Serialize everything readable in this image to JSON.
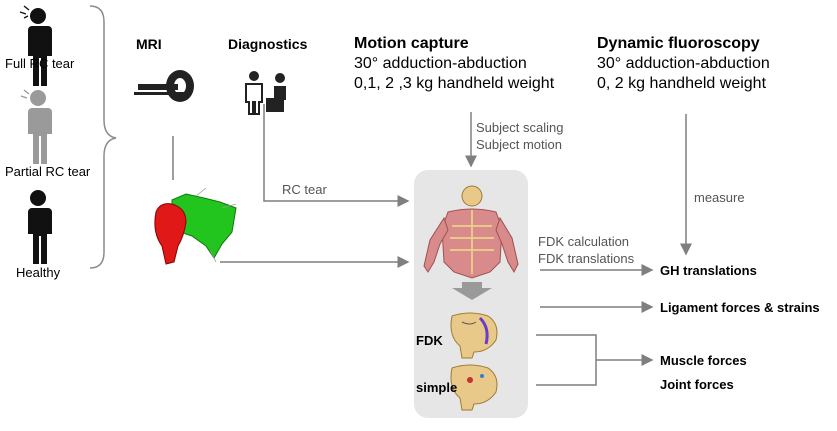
{
  "subjects": {
    "full_rc_tear": "Full RC tear",
    "partial_rc_tear": "Partial RC tear",
    "healthy": "Healthy"
  },
  "inputs": {
    "mri": "MRI",
    "diagnostics": "Diagnostics",
    "motion_capture": {
      "title": "Motion capture",
      "line1": "30° adduction-abduction",
      "line2": "0,1, 2 ,3 kg handheld weight"
    },
    "dynamic_fluoroscopy": {
      "title": "Dynamic fluoroscopy",
      "line1": "30° adduction-abduction",
      "line2": "0, 2 kg handheld weight"
    }
  },
  "edge_labels": {
    "subject_scaling": "Subject scaling",
    "subject_motion": "Subject motion",
    "rc_tear": "RC tear",
    "measure": "measure",
    "fdk_calculation": "FDK calculation",
    "fdk_translations": "FDK translations"
  },
  "model_labels": {
    "fdk": "FDK",
    "simple": "simple"
  },
  "outputs": {
    "gh_translations": "GH translations",
    "ligament_forces": "Ligament forces & strains",
    "muscle_forces": "Muscle forces",
    "joint_forces": "Joint forces"
  },
  "colors": {
    "arrow": "#7f7f7f",
    "panel": "#e6e6e6",
    "scapula_green": "#22c51e",
    "humerus_red": "#e01818",
    "bone": "#e8c98a",
    "muscle": "#d98a8a"
  }
}
